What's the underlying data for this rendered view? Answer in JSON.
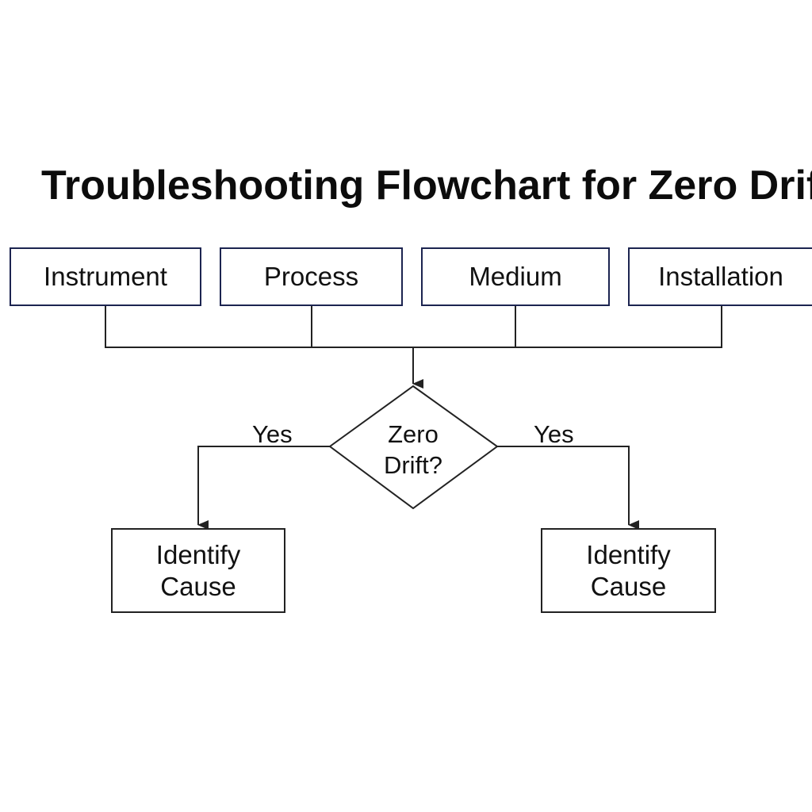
{
  "title": "Troubleshooting Flowchart for Zero Drift",
  "categories": [
    {
      "label": "Instrument"
    },
    {
      "label": "Process"
    },
    {
      "label": "Medium"
    },
    {
      "label": "Installation"
    }
  ],
  "decision": {
    "line1": "Zero",
    "line2": "Drift?"
  },
  "branches": {
    "left_label": "Yes",
    "right_label": "Yes"
  },
  "results": [
    {
      "line1": "Identify",
      "line2": "Cause"
    },
    {
      "line1": "Identify",
      "line2": "Cause"
    }
  ],
  "colors": {
    "box_border": "#1c2450",
    "line": "#222222"
  }
}
